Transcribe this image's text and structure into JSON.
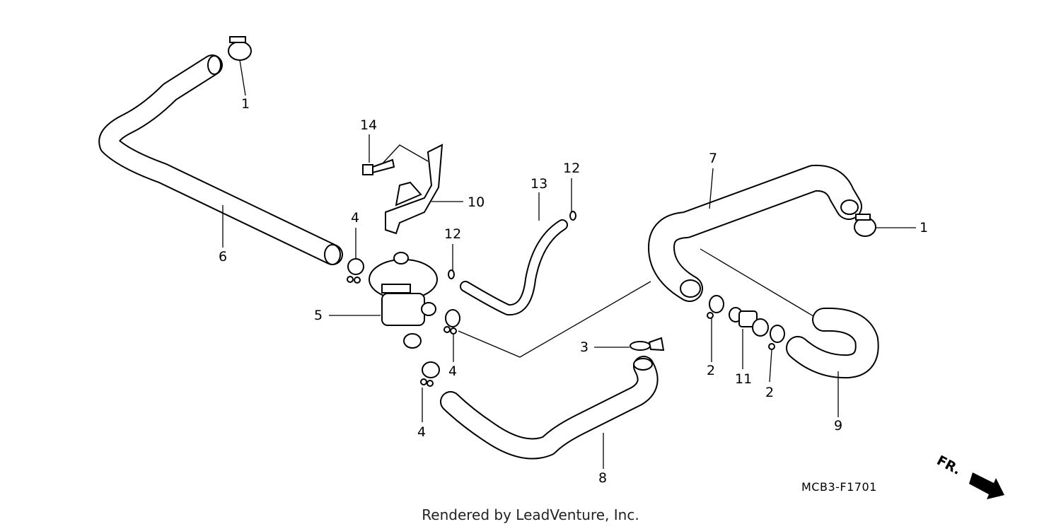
{
  "diagram": {
    "callouts": [
      {
        "key": "c1a",
        "text": "1"
      },
      {
        "key": "c1b",
        "text": "1"
      },
      {
        "key": "c2a",
        "text": "2"
      },
      {
        "key": "c2b",
        "text": "2"
      },
      {
        "key": "c3",
        "text": "3"
      },
      {
        "key": "c4a",
        "text": "4"
      },
      {
        "key": "c4b",
        "text": "4"
      },
      {
        "key": "c4c",
        "text": "4"
      },
      {
        "key": "c5",
        "text": "5"
      },
      {
        "key": "c6",
        "text": "6"
      },
      {
        "key": "c7",
        "text": "7"
      },
      {
        "key": "c8",
        "text": "8"
      },
      {
        "key": "c9",
        "text": "9"
      },
      {
        "key": "c10",
        "text": "10"
      },
      {
        "key": "c11",
        "text": "11"
      },
      {
        "key": "c12a",
        "text": "12"
      },
      {
        "key": "c12b",
        "text": "12"
      },
      {
        "key": "c13",
        "text": "13"
      },
      {
        "key": "c14",
        "text": "14"
      }
    ],
    "diagram_code": "MCB3-F1701",
    "direction_label": "FR.",
    "credit": "Rendered by LeadVenture, Inc."
  }
}
